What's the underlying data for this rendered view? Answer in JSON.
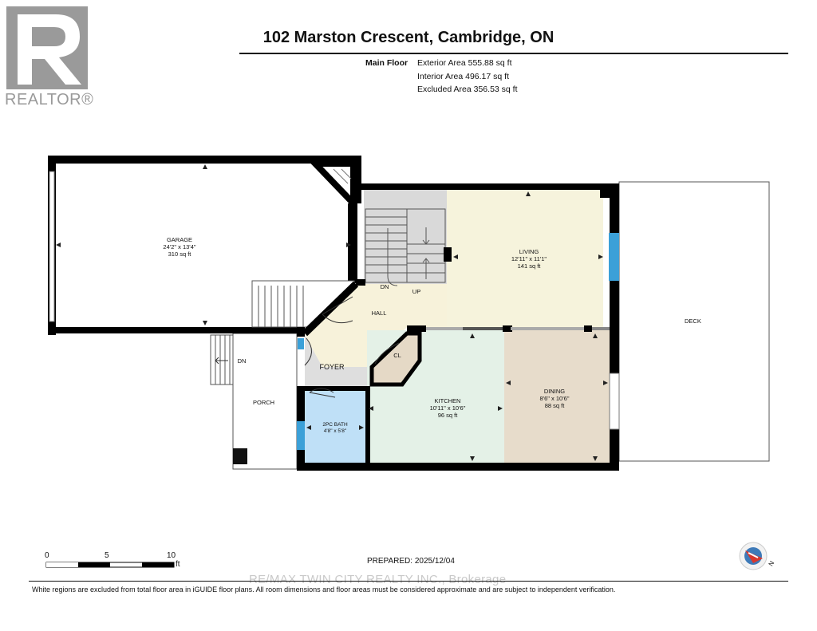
{
  "header": {
    "address": "102 Marston Crescent, Cambridge, ON",
    "floor_label": "Main Floor",
    "exterior_area": "Exterior Area 555.88 sq ft",
    "interior_area": "Interior Area 496.17 sq ft",
    "excluded_area": "Excluded Area 356.53 sq ft"
  },
  "logo": {
    "text": "REALTOR®",
    "color": "#9a9a9a"
  },
  "rooms": {
    "garage": {
      "name": "GARAGE",
      "dims": "24'2\" x 13'4\"",
      "area": "310 sq ft"
    },
    "living": {
      "name": "LIVING",
      "dims": "12'11\" x 11'1\"",
      "area": "141 sq ft"
    },
    "kitchen": {
      "name": "KITCHEN",
      "dims": "10'11\" x 10'6\"",
      "area": "96 sq ft"
    },
    "dining": {
      "name": "DINING",
      "dims": "8'6\" x 10'6\"",
      "area": "88 sq ft"
    },
    "bath": {
      "name": "2PC BATH",
      "dims": "4'8\" x 5'8\""
    },
    "hall": "HALL",
    "foyer": "FOYER",
    "closet": "CL",
    "deck": "DECK",
    "porch": "PORCH",
    "stairs_down": "DN",
    "stairs_up": "UP",
    "porch_down": "DN"
  },
  "colors": {
    "wall": "#000000",
    "living": "#f6f3dc",
    "kitchen": "#e4f1e7",
    "dining": "#e7dccb",
    "bath": "#bfe0f7",
    "hall": "#f7f2da",
    "foyer": "#dedede",
    "closet": "#e5d9c6",
    "stairs": "#d9d9d9",
    "window": "#3ba0d8"
  },
  "scale": {
    "labels": [
      "0",
      "5",
      "10"
    ],
    "unit": "ft"
  },
  "prepared": "PREPARED: 2025/12/04",
  "watermark": "RE/MAX TWIN CITY REALTY INC., Brokerage",
  "footer": "White regions are excluded from total floor area in iGUIDE floor plans. All room dimensions and floor areas must be considered approximate and are subject to independent verification.",
  "compass": {
    "label": "N"
  }
}
